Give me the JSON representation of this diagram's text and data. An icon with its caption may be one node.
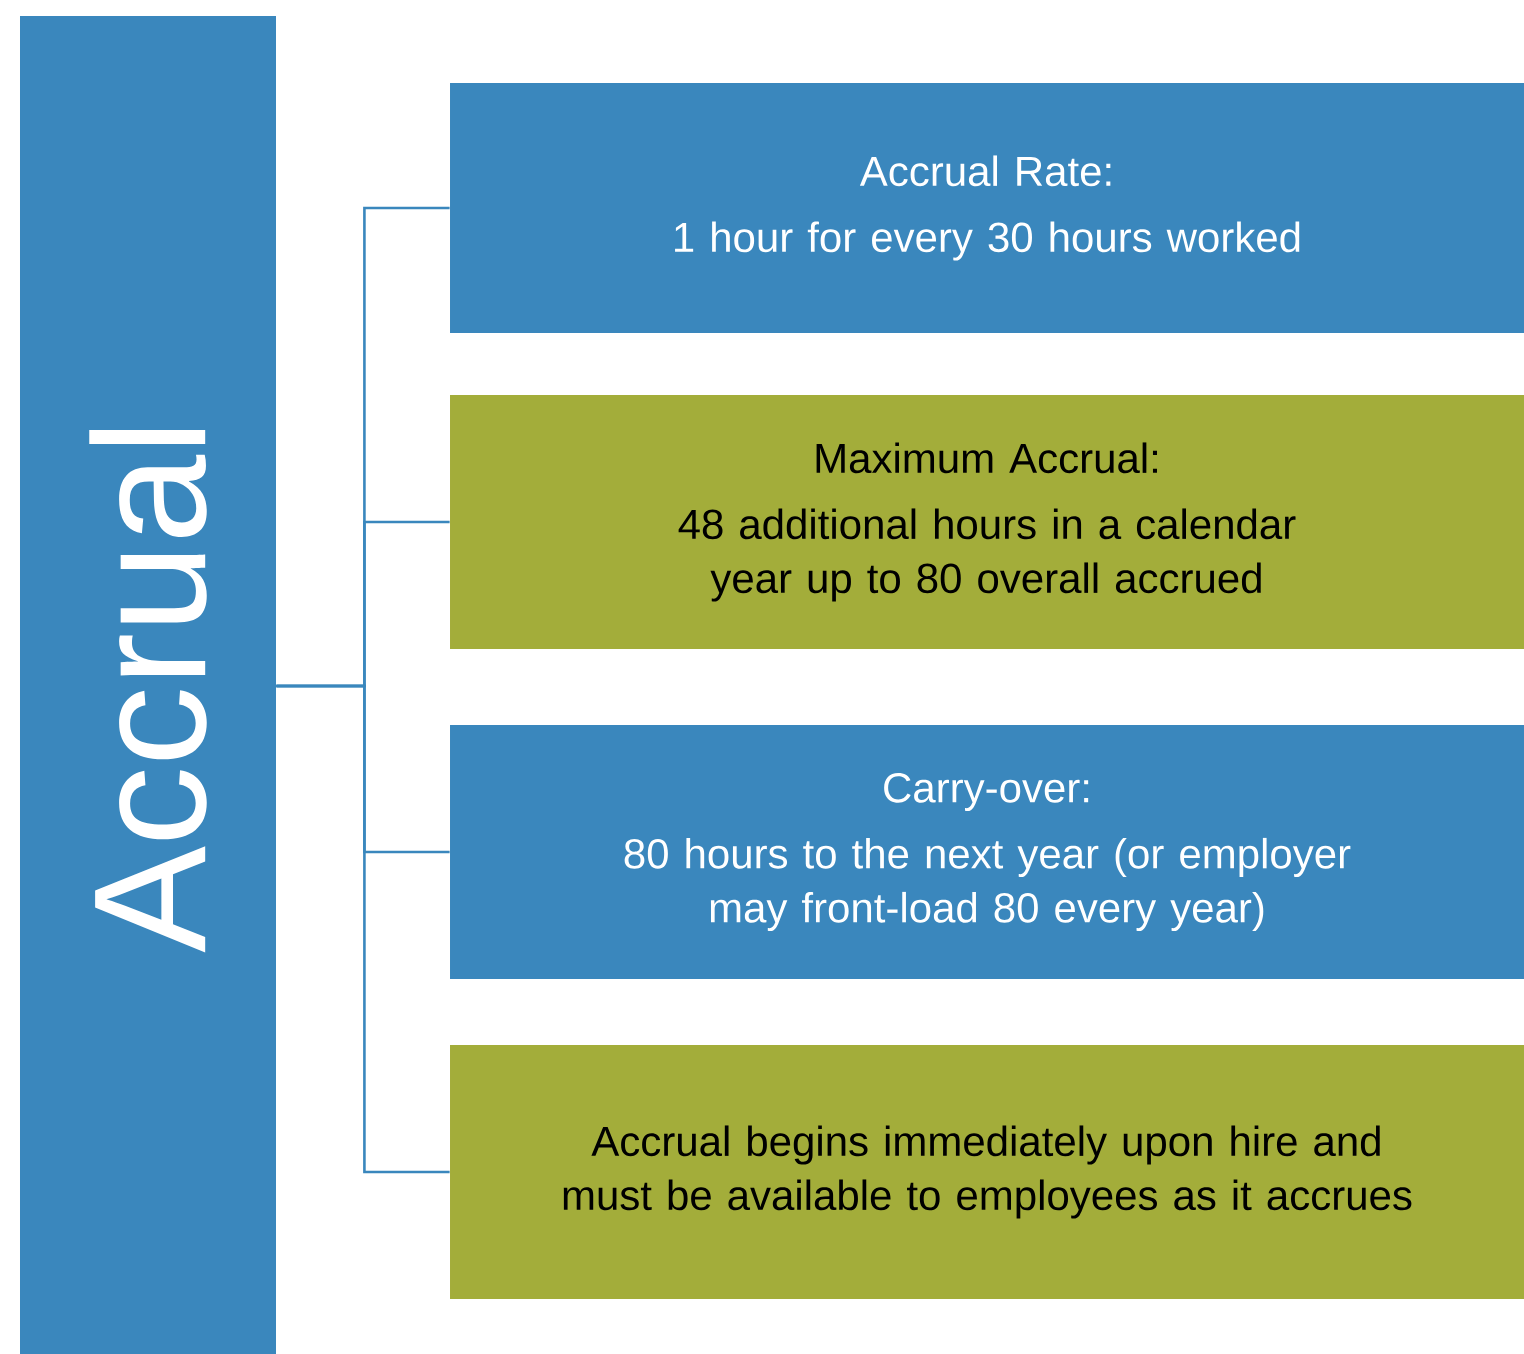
{
  "diagram": {
    "nodes": [
      {
        "text": [
          "Accrual"
        ]
      },
      {
        "text": [
          "Accrual Rate:",
          "1 hour for every 30 hours worked"
        ]
      },
      {
        "text": [
          "Maximum Accrual:",
          "48 additional hours in a calendar year up to 80 overall accrued"
        ]
      },
      {
        "text": [
          "Carry-over:",
          "80 hours to the next year (or employer may front-load 80 every year)"
        ]
      },
      {
        "text": [
          "Accrual begins immediately upon hire and must be available to employees as it accrues"
        ]
      }
    ],
    "edges": [
      {
        "from": 0,
        "to": 1,
        "arrow": "none"
      },
      {
        "from": 0,
        "to": 2,
        "arrow": "none"
      },
      {
        "from": 0,
        "to": 3,
        "arrow": "none"
      },
      {
        "from": 0,
        "to": 4,
        "arrow": "none"
      }
    ]
  }
}
